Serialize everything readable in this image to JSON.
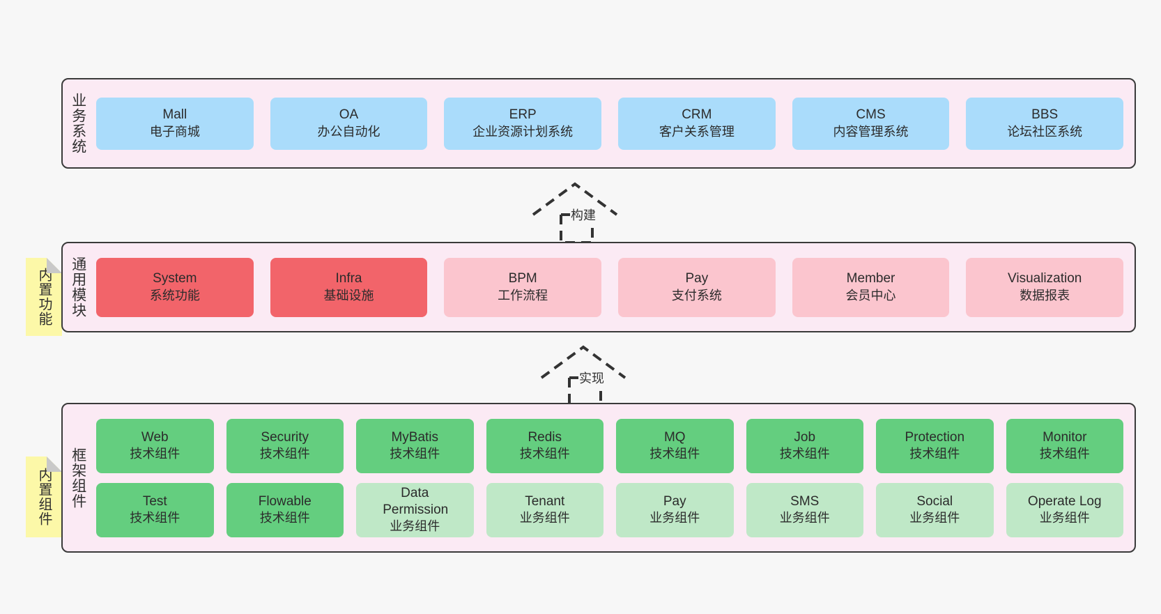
{
  "diagram": {
    "background_color": "#f7f7f7",
    "panel_color": "#fbeaf4",
    "border_color": "#3a3a3a",
    "note_color": "#fcf8a8"
  },
  "layers": [
    {
      "id": "business-system",
      "label": "业务系统",
      "rows": [
        {
          "cards": [
            {
              "en": "Mall",
              "cn": "电子商城",
              "color": "#aadcfb",
              "tone": "blue"
            },
            {
              "en": "OA",
              "cn": "办公自动化",
              "color": "#aadcfb",
              "tone": "blue"
            },
            {
              "en": "ERP",
              "cn": "企业资源计划系统",
              "color": "#aadcfb",
              "tone": "blue"
            },
            {
              "en": "CRM",
              "cn": "客户关系管理",
              "color": "#aadcfb",
              "tone": "blue"
            },
            {
              "en": "CMS",
              "cn": "内容管理系统",
              "color": "#aadcfb",
              "tone": "blue"
            },
            {
              "en": "BBS",
              "cn": "论坛社区系统",
              "color": "#aadcfb",
              "tone": "blue"
            }
          ]
        }
      ]
    },
    {
      "id": "common-module",
      "label": "通用模块",
      "note": "内置功能",
      "rows": [
        {
          "cards": [
            {
              "en": "System",
              "cn": "系统功能",
              "color": "#f2646a",
              "tone": "red"
            },
            {
              "en": "Infra",
              "cn": "基础设施",
              "color": "#f2646a",
              "tone": "red"
            },
            {
              "en": "BPM",
              "cn": "工作流程",
              "color": "#fbc5ce",
              "tone": "pink"
            },
            {
              "en": "Pay",
              "cn": "支付系统",
              "color": "#fbc5ce",
              "tone": "pink"
            },
            {
              "en": "Member",
              "cn": "会员中心",
              "color": "#fbc5ce",
              "tone": "pink"
            },
            {
              "en": "Visualization",
              "cn": "数据报表",
              "color": "#fbc5ce",
              "tone": "pink"
            }
          ]
        }
      ]
    },
    {
      "id": "framework-component",
      "label": "框架组件",
      "note": "内置组件",
      "rows": [
        {
          "cards": [
            {
              "en": "Web",
              "cn": "技术组件",
              "color": "#64ce7f",
              "tone": "green"
            },
            {
              "en": "Security",
              "cn": "技术组件",
              "color": "#64ce7f",
              "tone": "green"
            },
            {
              "en": "MyBatis",
              "cn": "技术组件",
              "color": "#64ce7f",
              "tone": "green"
            },
            {
              "en": "Redis",
              "cn": "技术组件",
              "color": "#64ce7f",
              "tone": "green"
            },
            {
              "en": "MQ",
              "cn": "技术组件",
              "color": "#64ce7f",
              "tone": "green"
            },
            {
              "en": "Job",
              "cn": "技术组件",
              "color": "#64ce7f",
              "tone": "green"
            },
            {
              "en": "Protection",
              "cn": "技术组件",
              "color": "#64ce7f",
              "tone": "green"
            },
            {
              "en": "Monitor",
              "cn": "技术组件",
              "color": "#64ce7f",
              "tone": "green"
            }
          ]
        },
        {
          "cards": [
            {
              "en": "Test",
              "cn": "技术组件",
              "color": "#64ce7f",
              "tone": "green"
            },
            {
              "en": "Flowable",
              "cn": "技术组件",
              "color": "#64ce7f",
              "tone": "green"
            },
            {
              "en": "Data Permission",
              "cn": "业务组件",
              "color": "#bfe8c7",
              "tone": "lightgreen"
            },
            {
              "en": "Tenant",
              "cn": "业务组件",
              "color": "#bfe8c7",
              "tone": "lightgreen"
            },
            {
              "en": "Pay",
              "cn": "业务组件",
              "color": "#bfe8c7",
              "tone": "lightgreen"
            },
            {
              "en": "SMS",
              "cn": "业务组件",
              "color": "#bfe8c7",
              "tone": "lightgreen"
            },
            {
              "en": "Social",
              "cn": "业务组件",
              "color": "#bfe8c7",
              "tone": "lightgreen"
            },
            {
              "en": "Operate Log",
              "cn": "业务组件",
              "color": "#bfe8c7",
              "tone": "lightgreen"
            }
          ]
        }
      ]
    }
  ],
  "arrows": [
    {
      "id": "arrow-build",
      "label": "构建"
    },
    {
      "id": "arrow-implement",
      "label": "实现"
    }
  ]
}
